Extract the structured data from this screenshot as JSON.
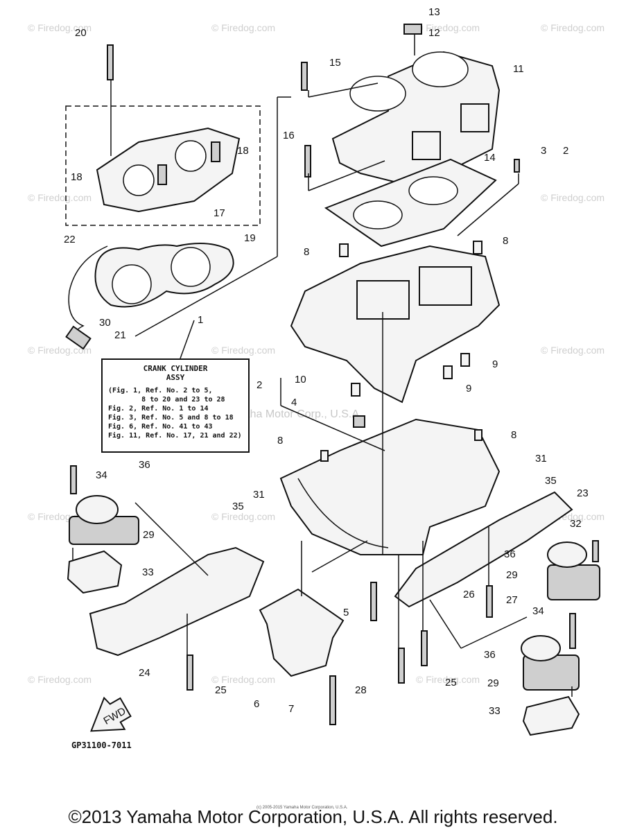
{
  "assy_box": {
    "title": "CRANK CYLINDER",
    "subtitle": "ASSY",
    "refs": [
      "(Fig. 1, Ref. No. 2 to 5,",
      "        8 to 20 and 23 to 28",
      "Fig. 2, Ref. No. 1 to 14",
      "Fig. 3, Ref. No. 5 and 8 to 18",
      "Fig. 6, Ref. No. 41 to 43",
      "Fig. 11, Ref. No. 17, 21 and 22)"
    ]
  },
  "callouts": {
    "c13": "13",
    "c12": "12",
    "c20": "20",
    "c15": "15",
    "c11": "11",
    "c16": "16",
    "c14": "14",
    "c3": "3",
    "c2top": "2",
    "c18a": "18",
    "c18b": "18",
    "c17": "17",
    "c22": "22",
    "c19": "19",
    "c8a": "8",
    "c8b": "8",
    "c30": "30",
    "c21": "21",
    "c1": "1",
    "c9a": "9",
    "c9b": "9",
    "c2": "2",
    "c10": "10",
    "c4": "4",
    "c8c": "8",
    "c8d": "8",
    "c36a": "36",
    "c34a": "34",
    "c31a": "31",
    "c35a": "35",
    "c31b": "31",
    "c35b": "35",
    "c23": "23",
    "c32": "32",
    "c29a": "29",
    "c33a": "33",
    "c36b": "36",
    "c29b": "29",
    "c26": "26",
    "c27": "27",
    "c5": "5",
    "c34b": "34",
    "c24": "24",
    "c36c": "36",
    "c25a": "25",
    "c28": "28",
    "c25b": "25",
    "c29c": "29",
    "c6": "6",
    "c7": "7",
    "c33b": "33"
  },
  "watermarks": {
    "brand": "© Firedog.com",
    "center": "Yamaha Motor Corp., U.S.A."
  },
  "fwd_label": "FWD",
  "doc_code": "GP31100-7011",
  "small_copyright": "(c) 2005-2015 Yamaha Motor Corporation, U.S.A.",
  "footer": "©2013 Yamaha Motor Corporation, U.S.A. All rights reserved."
}
